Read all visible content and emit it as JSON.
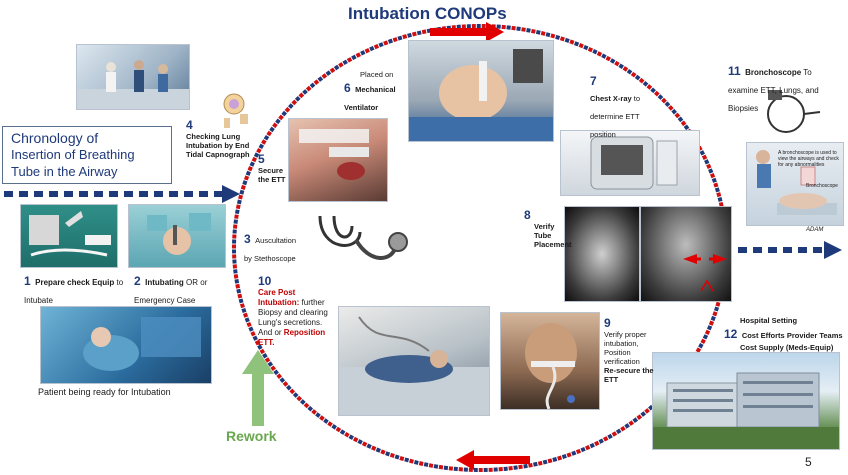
{
  "title": "Intubation CONOPs",
  "chronology": {
    "line1": "Chronology of",
    "line2": "Insertion of Breathing",
    "line3": "Tube in the Airway"
  },
  "steps": {
    "s1": {
      "num": "1",
      "red": "Prepare check Equip",
      "rest": " to Intubate"
    },
    "s2": {
      "num": "2",
      "red": "Intubating",
      "rest": "  OR or Emergency Case"
    },
    "s3": {
      "num": "3",
      "text": "Auscultation by Stethoscope"
    },
    "s4": {
      "num": "4",
      "text": "Checking Lung Intubation  by End Tidal Capnograph"
    },
    "s5": {
      "num": "5",
      "text": "Secure the ETT"
    },
    "s6": {
      "num": "6",
      "text": "Placed on",
      "red": "Mechanical Ventilator"
    },
    "s7": {
      "num": "7",
      "red": "Chest X-ray",
      "rest": " to determine ETT position"
    },
    "s8": {
      "num": "8",
      "red": "Verify Tube Placement"
    },
    "s9": {
      "num": "9",
      "text": "Verify proper intubation, Position verification",
      "bold": "Re-secure the ETT"
    },
    "s10": {
      "num": "10",
      "red": "Care Post Intubation:",
      "mid": " further Biopsy and clearing Lung's secretions. And or ",
      "red2": "Reposition ETT."
    },
    "s11": {
      "num": "11",
      "bold": "Bronchoscope",
      "rest": "  To examine ETT, Lungs, and Biopsies"
    },
    "s12": {
      "num": "12",
      "lines": [
        "Hospital Setting",
        "Cost Efforts Provider Teams",
        "Cost Supply (Meds-Equip)"
      ]
    }
  },
  "patient_caption": "Patient being ready for Intubation",
  "bronch_caption": "A bronchoscope is used to view the airways and check for any abnormalities",
  "bronch_label": "Bronchoscope",
  "adam_mark": "ADAM",
  "rework": "Rework",
  "page_number": "5",
  "colors": {
    "navy": "#1f3a7a",
    "red": "#c00000",
    "green": "#8fc27a"
  }
}
